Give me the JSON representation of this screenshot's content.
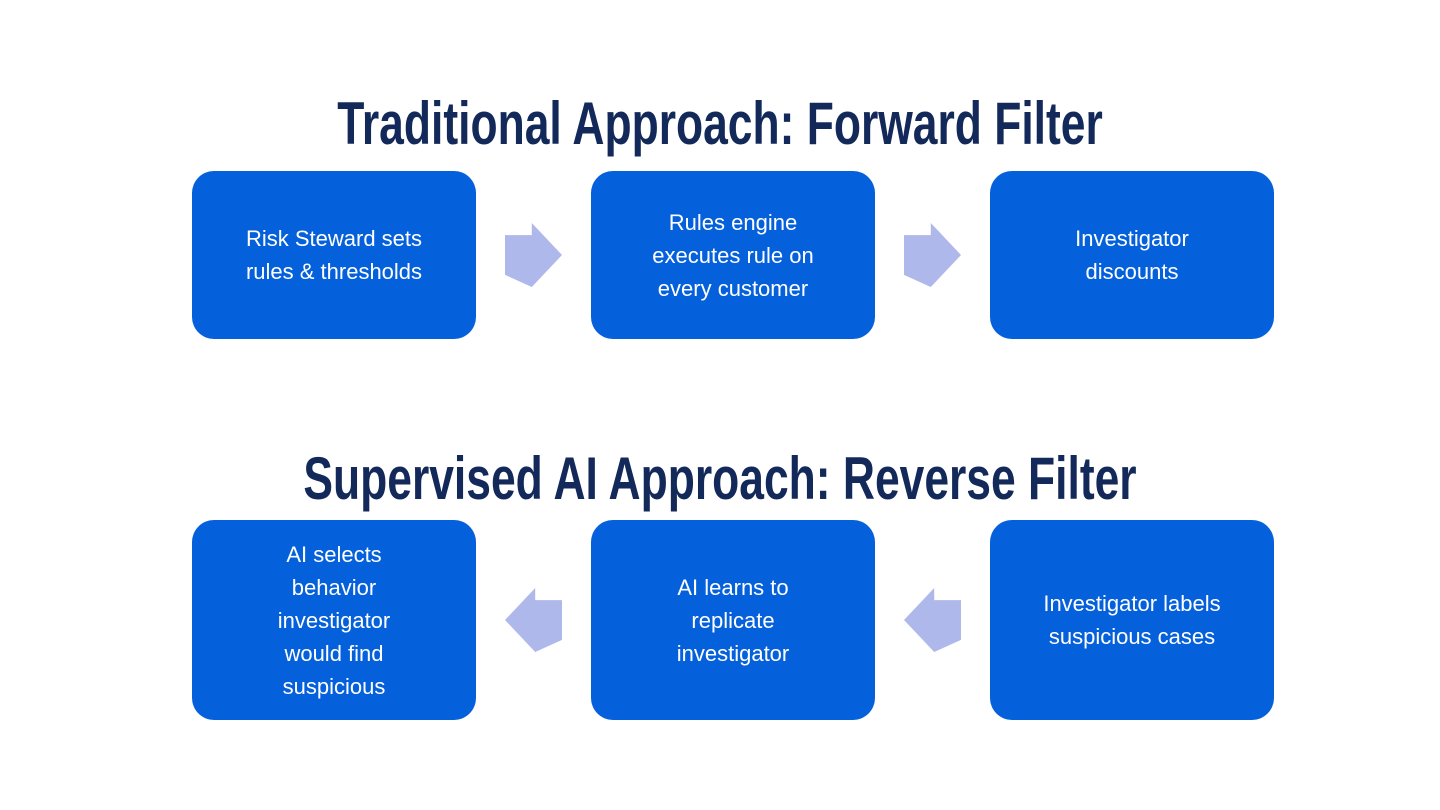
{
  "diagram": {
    "background": "#FFFFFF",
    "colors": {
      "box_fill": "#0560DB",
      "box_text": "#FFFFFF",
      "arrow_fill": "#AEB8EA",
      "title_color": "#13295A"
    },
    "sections": [
      {
        "title": "Traditional Approach: Forward Filter",
        "flow_direction": "right",
        "steps": [
          "Risk Steward sets rules & thresholds",
          "Rules engine executes rule on every customer",
          "Investigator discounts"
        ]
      },
      {
        "title": "Supervised AI Approach: Reverse Filter",
        "flow_direction": "left",
        "steps": [
          "AI selects behavior investigator would find suspicious",
          "AI learns to replicate investigator",
          "Investigator labels suspicious cases"
        ]
      }
    ]
  }
}
